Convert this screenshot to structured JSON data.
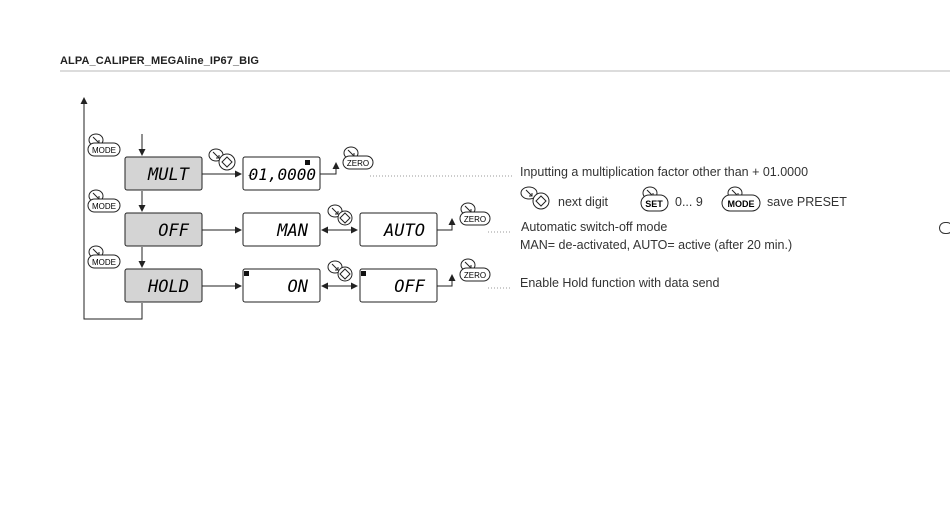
{
  "header": {
    "title": "ALPA_CALIPER_MEGAline_IP67_BIG"
  },
  "buttons": {
    "mode": "MODE",
    "zero": "ZERO",
    "set": "SET"
  },
  "lcd": {
    "mult": "MULT",
    "off": "OFF",
    "hold": "HOLD",
    "factor": "01,0000",
    "sign": "+",
    "man": "MAN",
    "auto": "AUTO",
    "on": "ON",
    "off2": "OFF"
  },
  "notes": {
    "mult": "Inputting a multiplication factor other than + 01.0000",
    "next_digit": "next digit",
    "set_range": "0... 9",
    "save_preset": "save PRESET",
    "off_title": "Automatic switch-off mode",
    "off_detail": "MAN= de-activated, AUTO= active (after 20 min.)",
    "hold": "Enable Hold function with data send"
  },
  "colors": {
    "menu_fill": "#d4d4d4",
    "line": "#222222",
    "dotted": "#999999"
  }
}
